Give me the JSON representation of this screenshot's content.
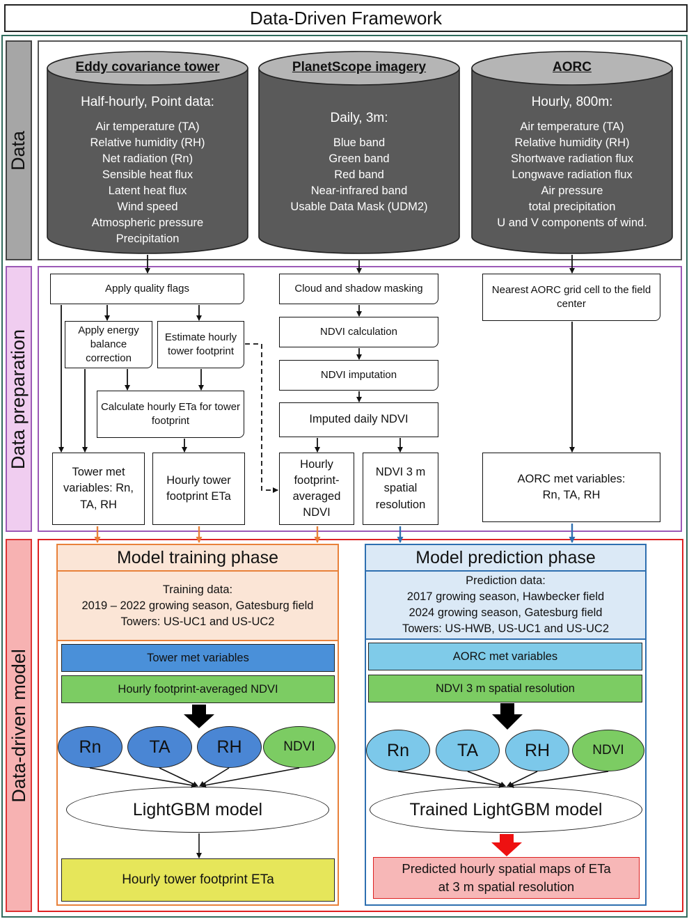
{
  "title": "Data-Driven Framework",
  "sections": {
    "data": "Data",
    "prep": "Data preparation",
    "model": "Data-driven model"
  },
  "sources": {
    "eddy": {
      "title": "Eddy covariance tower",
      "subtitle": "Half-hourly, Point data:",
      "items": [
        "Air temperature (TA)",
        "Relative humidity (RH)",
        "Net radiation (Rn)",
        "Sensible heat flux",
        "Latent heat flux",
        "Wind speed",
        "Atmospheric pressure",
        "Precipitation"
      ]
    },
    "planet": {
      "title": "PlanetScope imagery",
      "subtitle": "Daily, 3m:",
      "items": [
        "Blue band",
        "Green band",
        "Red band",
        "Near-infrared band",
        "Usable Data Mask (UDM2)"
      ]
    },
    "aorc": {
      "title": "AORC",
      "subtitle": "Hourly, 800m:",
      "items": [
        "Air temperature (TA)",
        "Relative humidity (RH)",
        "Shortwave radiation flux",
        "Longwave radiation flux",
        "Air pressure",
        "total precipitation",
        "U and V components of wind."
      ]
    }
  },
  "prep": {
    "quality_flags": "Apply quality flags",
    "energy_balance": "Apply energy balance correction",
    "footprint": "Estimate hourly tower footprint",
    "calc_eta": "Calculate hourly ETa for tower footprint",
    "tower_met": "Tower met variables: Rn, TA, RH",
    "tower_eta": "Hourly tower footprint ETa",
    "cloud_mask": "Cloud and shadow masking",
    "ndvi_calc": "NDVI calculation",
    "ndvi_imp": "NDVI imputation",
    "ndvi_daily": "Imputed daily NDVI",
    "ndvi_avg": "Hourly footprint-averaged NDVI",
    "ndvi_3m": "NDVI 3 m spatial resolution",
    "aorc_cell": "Nearest AORC grid cell to the field center",
    "aorc_met_1": "AORC met variables:",
    "aorc_met_2": "Rn, TA, RH"
  },
  "training": {
    "title": "Model training phase",
    "data_lines": [
      "Training data:",
      "2019 – 2022 growing season, Gatesburg field",
      "Towers: US-UC1 and US-UC2"
    ],
    "bar1": "Tower met variables",
    "bar2": "Hourly footprint-averaged NDVI",
    "inputs": [
      "Rn",
      "TA",
      "RH",
      "NDVI"
    ],
    "model": "LightGBM model",
    "output": "Hourly tower footprint ETa"
  },
  "prediction": {
    "title": "Model prediction phase",
    "data_lines": [
      "Prediction data:",
      "2017 growing season, Hawbecker field",
      "2024 growing season, Gatesburg field",
      "Towers: US-HWB, US-UC1 and US-UC2"
    ],
    "bar1": "AORC met variables",
    "bar2": "NDVI 3 m spatial resolution",
    "inputs": [
      "Rn",
      "TA",
      "RH",
      "NDVI"
    ],
    "model": "Trained LightGBM model",
    "output_1": "Predicted hourly spatial maps of ETa",
    "output_2": "at 3 m spatial resolution"
  },
  "colors": {
    "cylinder_body": "#5a5a5a",
    "cylinder_top": "#b5b5b5",
    "train_header": "#fbe5d6",
    "train_border": "#e8813a",
    "pred_header": "#dbe9f6",
    "pred_border": "#2e6fb0",
    "tower_bar": "#4a90d9",
    "ndvi_bar": "#7ccc63",
    "aorc_bar": "#7fcbe9",
    "met_ellipse_train": "#4a86d4",
    "met_ellipse_pred": "#7cc8ea",
    "ndvi_ellipse": "#7ccc63",
    "output_train": "#e6e65a",
    "output_pred": "#f7b7b7",
    "red_arrow": "#ee1111"
  }
}
